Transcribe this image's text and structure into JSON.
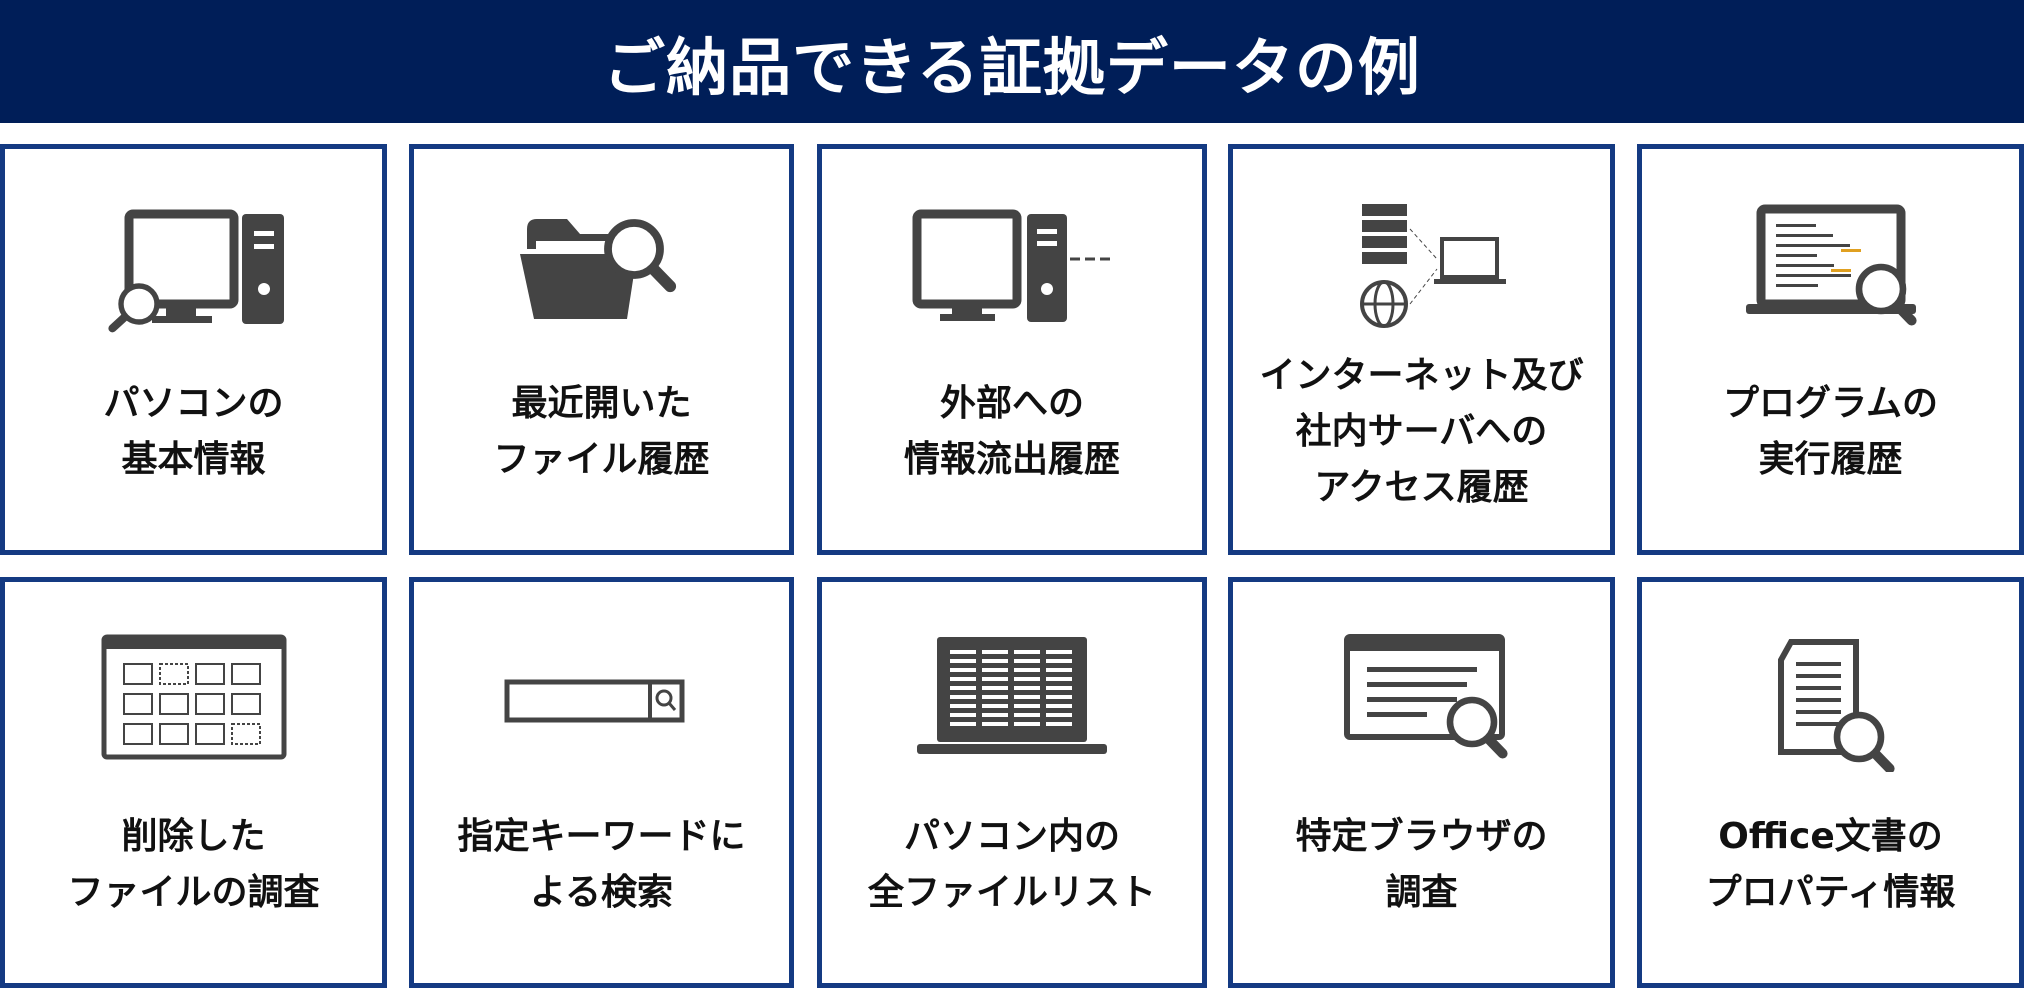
{
  "title": "ご納品できる証拠データの例",
  "colors": {
    "header": "#001e58",
    "border": "#143a82",
    "icon": "#444444"
  },
  "cards": [
    {
      "icon": "desktop-search-icon",
      "lines": [
        "パソコンの",
        "基本情報"
      ]
    },
    {
      "icon": "folder-search-icon",
      "lines": [
        "最近開いた",
        "ファイル履歴"
      ]
    },
    {
      "icon": "desktop-usb-icon",
      "lines": [
        "外部への",
        "情報流出履歴"
      ]
    },
    {
      "icon": "network-server-icon",
      "lines": [
        "インターネット及び",
        "社内サーバへの",
        "アクセス履歴"
      ]
    },
    {
      "icon": "laptop-code-search-icon",
      "lines": [
        "プログラムの",
        "実行履歴"
      ]
    },
    {
      "icon": "deleted-files-window-icon",
      "lines": [
        "削除した",
        "ファイルの調査"
      ]
    },
    {
      "icon": "search-bar-icon",
      "lines": [
        "指定キーワードに",
        "よる検索"
      ]
    },
    {
      "icon": "laptop-file-list-icon",
      "lines": [
        "パソコン内の",
        "全ファイルリスト"
      ]
    },
    {
      "icon": "browser-search-icon",
      "lines": [
        "特定ブラウザの",
        "調査"
      ]
    },
    {
      "icon": "document-search-icon",
      "lines": [
        "Office文書の",
        "プロパティ情報"
      ]
    }
  ]
}
